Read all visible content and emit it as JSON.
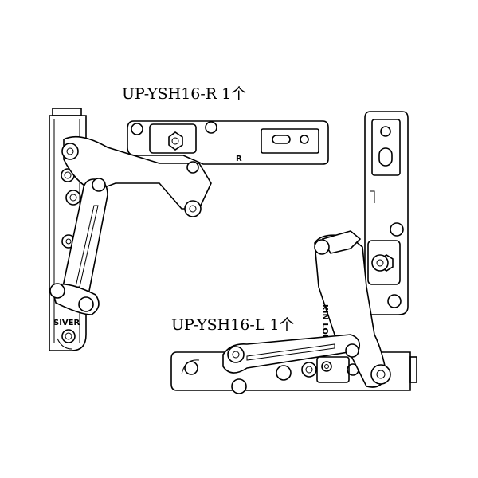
{
  "labels": {
    "right_hinge": "UP-YSH16-R 1个",
    "left_hinge": "UP-YSH16-L 1个"
  },
  "markings": {
    "brand_stamp": "SIVER",
    "kinlong_stamp": "KIN LONG",
    "side_mark": "R"
  }
}
